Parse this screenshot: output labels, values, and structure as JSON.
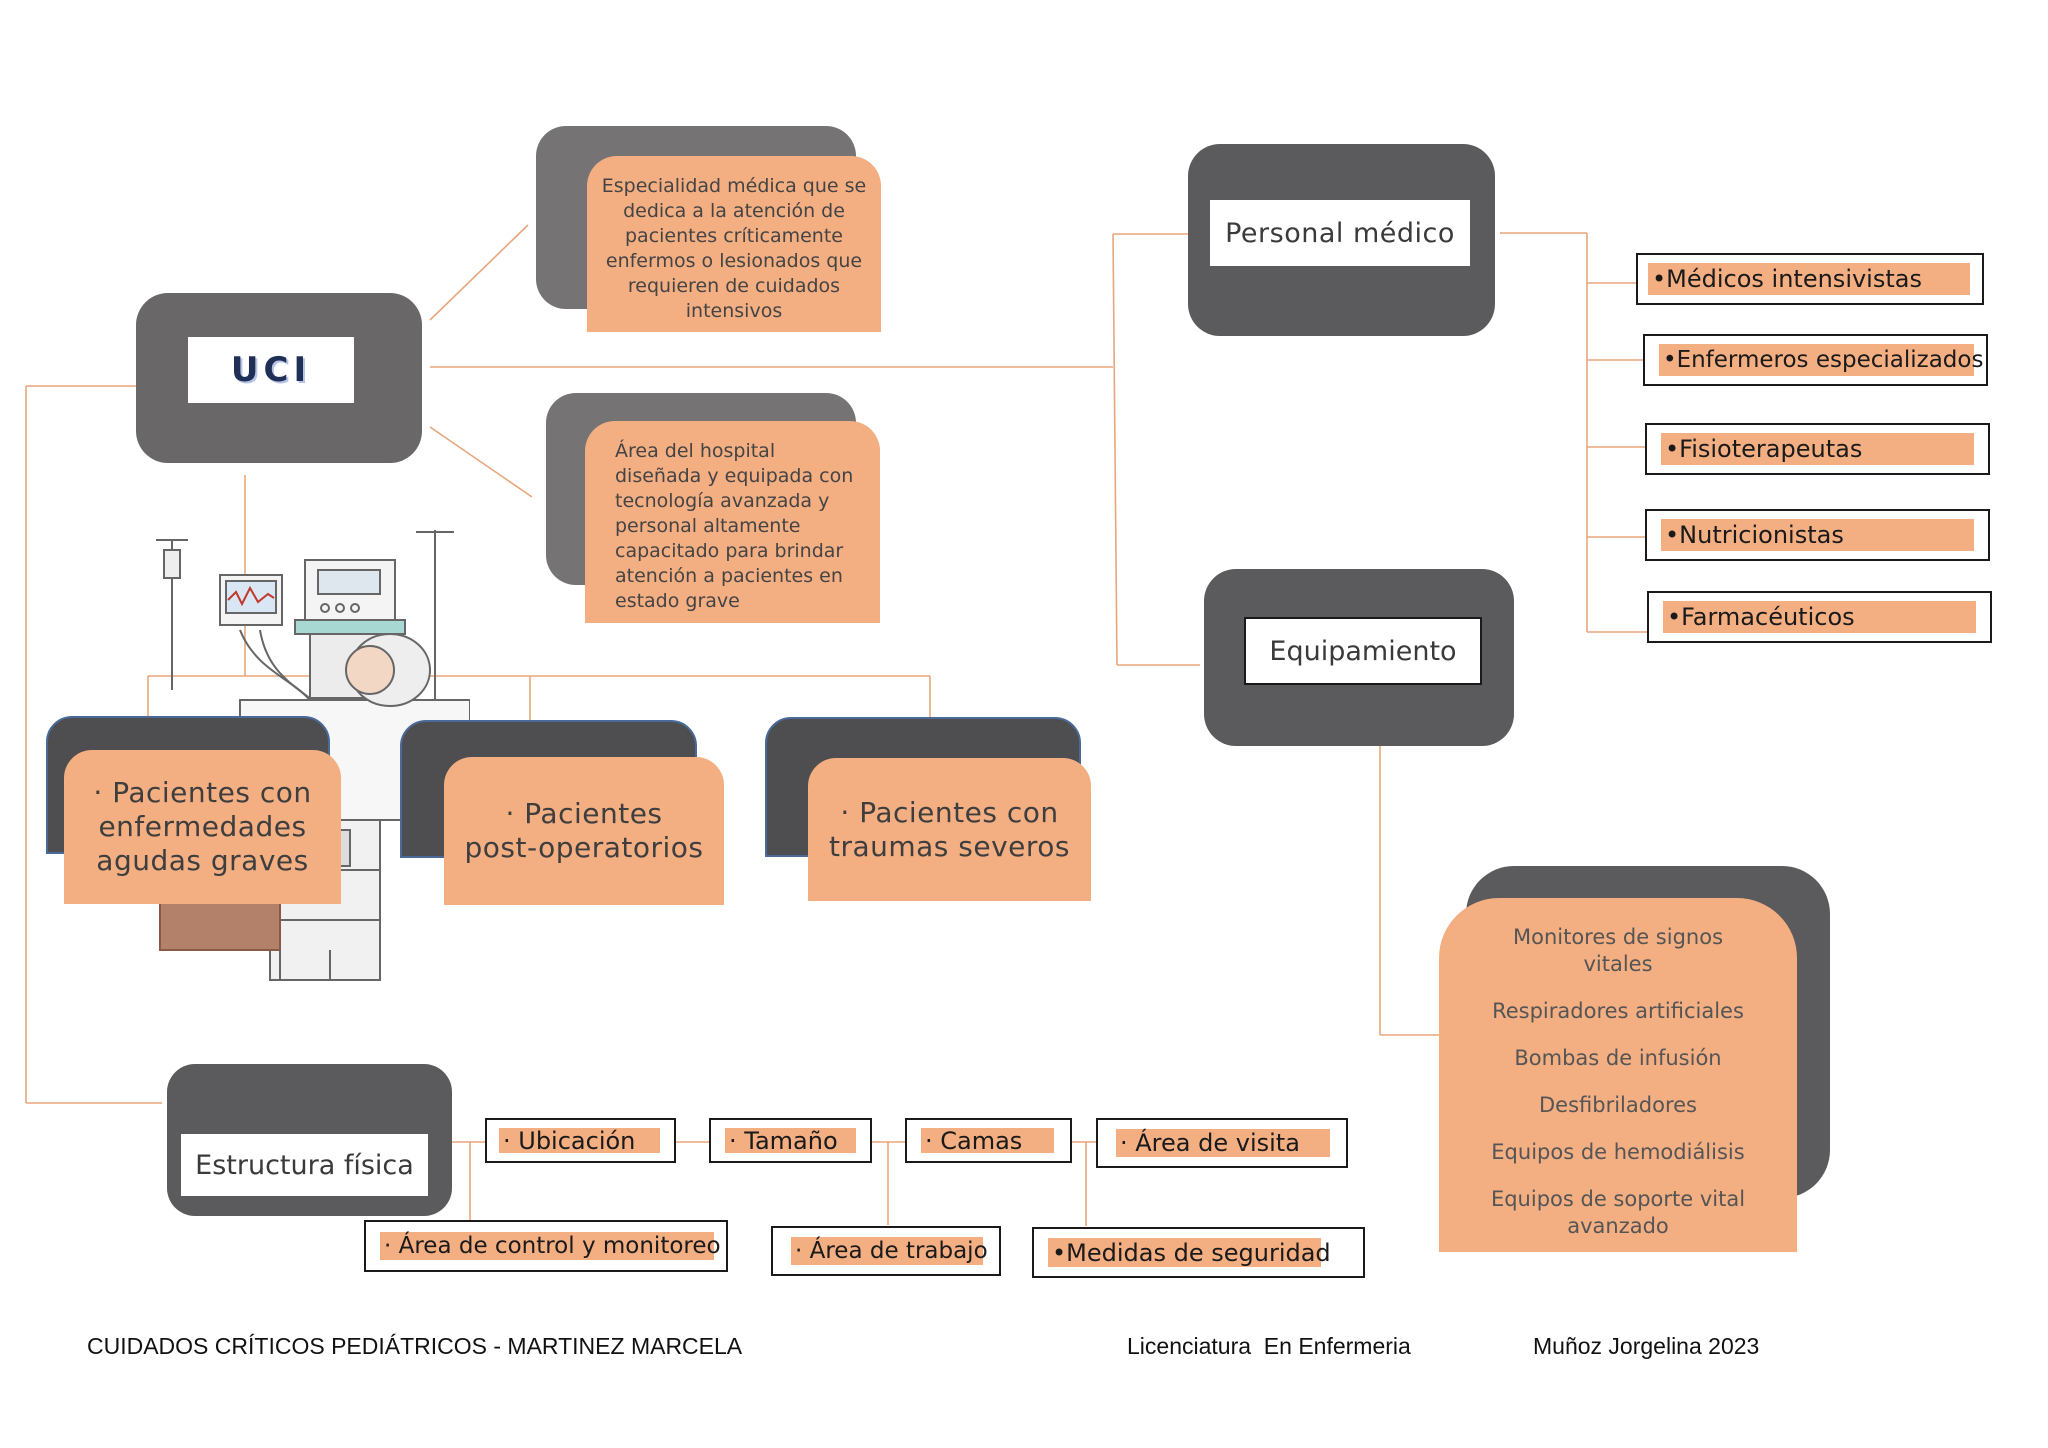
{
  "uci": {
    "title": "UCI",
    "definition": "Especialidad médica que se dedica a la atención de pacientes críticamente enfermos o lesionados que requieren de cuidados intensivos",
    "area": "Área del hospital diseñada y equipada con tecnología avanzada y personal altamente capacitado para brindar atención a pacientes en estado grave"
  },
  "patients": [
    "· Pacientes con enfermedades agudas graves",
    "· Pacientes post-operatorios",
    "· Pacientes con traumas severos"
  ],
  "personal": {
    "title": "Personal médico",
    "items": [
      "•Médicos intensivistas",
      "•Enfermeros especializados",
      "•Fisioterapeutas",
      "•Nutricionistas",
      "•Farmacéuticos"
    ]
  },
  "equipamiento": {
    "title": "Equipamiento",
    "items": [
      "Monitores de signos vitales",
      "Respiradores artificiales",
      "Bombas de infusión",
      "Desfibriladores",
      "Equipos de hemodiálisis",
      "Equipos de soporte vital avanzado"
    ]
  },
  "estructura": {
    "title": "Estructura física",
    "items": [
      "· Ubicación",
      "· Tamaño",
      "· Camas",
      "· Área de visita",
      "· Área de control y monitoreo",
      "· Área de trabajo",
      "•Medidas de seguridad"
    ]
  },
  "footer": {
    "left": "CUIDADOS CRÍTICOS PEDIÁTRICOS - MARTINEZ MARCELA",
    "middle": "Licenciatura  En Enfermeria",
    "right": "Muñoz Jorgelina 2023"
  },
  "colors": {
    "peach": "#f3ae82",
    "dark": "#5b5a5c",
    "connector": "#e8a67c"
  },
  "illustration": "icu-bed-patient-illustration"
}
